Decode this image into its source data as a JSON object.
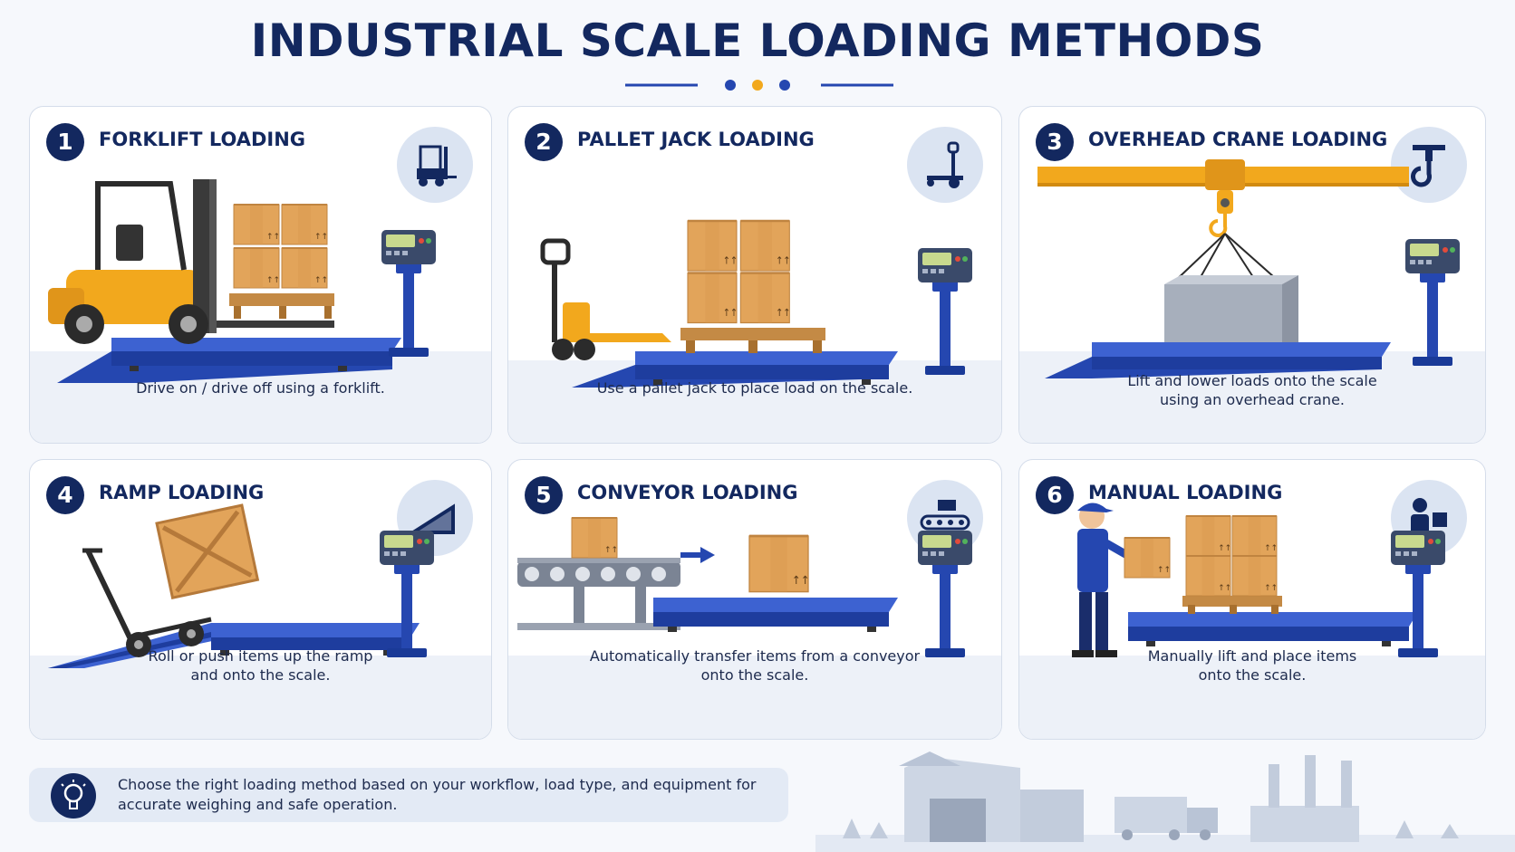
{
  "title": "INDUSTRIAL SCALE LOADING METHODS",
  "colors": {
    "navy": "#13285f",
    "blue": "#2547b0",
    "orange": "#f2a81d",
    "box": "#e6a95c"
  },
  "cards": [
    {
      "number": "1",
      "title": "FORKLIFT LOADING",
      "icon": "forklift-icon",
      "desc": [
        "Drive on / drive off using a forklift."
      ]
    },
    {
      "number": "2",
      "title": "PALLET JACK LOADING",
      "icon": "pallet-jack-icon",
      "desc": [
        "Use a pallet jack to place load on the scale."
      ]
    },
    {
      "number": "3",
      "title": "OVERHEAD CRANE LOADING",
      "icon": "crane-hook-icon",
      "desc": [
        "Lift and lower loads onto the scale",
        "using an overhead crane."
      ]
    },
    {
      "number": "4",
      "title": "RAMP LOADING",
      "icon": "ramp-icon",
      "desc": [
        "Roll or push items up the ramp",
        "and onto the scale."
      ]
    },
    {
      "number": "5",
      "title": "CONVEYOR LOADING",
      "icon": "conveyor-icon",
      "desc": [
        "Automatically transfer items from a conveyor",
        "onto the scale."
      ]
    },
    {
      "number": "6",
      "title": "MANUAL LOADING",
      "icon": "worker-box-icon",
      "desc": [
        "Manually lift and place items",
        "onto the scale."
      ]
    }
  ],
  "footer": {
    "icon": "lightbulb-icon",
    "text": [
      "Choose the right loading method based on your workflow, load type, and equipment for",
      "accurate weighing and safe operation."
    ]
  }
}
